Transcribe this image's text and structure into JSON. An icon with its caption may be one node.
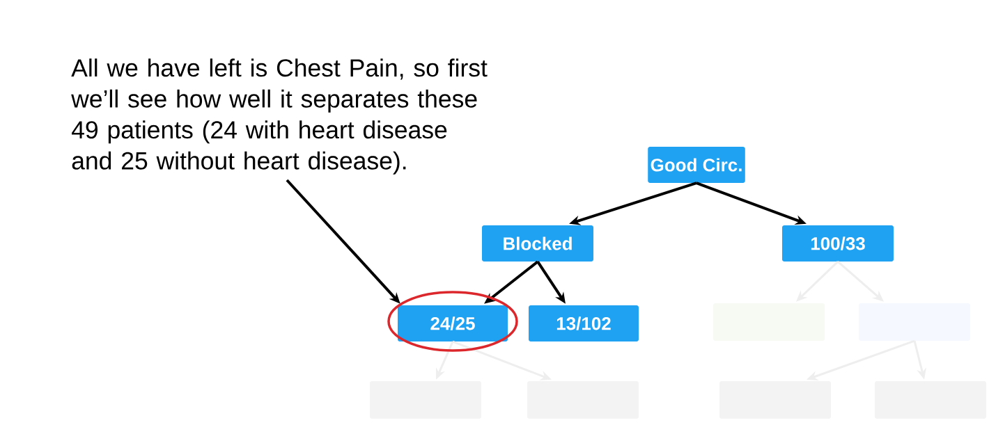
{
  "diagram": {
    "nodes": [
      {
        "text": [
          "All we have left is Chest Pain, so first we’ll see how well it separates these 49 patients (24 with heart disease and 25 without heart disease)."
        ]
      },
      {
        "text": [
          "Good Circ."
        ]
      },
      {
        "text": [
          "Blocked"
        ]
      },
      {
        "text": [
          "100/33"
        ]
      },
      {
        "text": [
          "24/25"
        ]
      },
      {
        "text": [
          "13/102"
        ]
      },
      {
        "text": [],
        "shape": "box"
      },
      {
        "text": [],
        "shape": "box"
      },
      {
        "text": [],
        "shape": "box"
      },
      {
        "text": [],
        "shape": "box"
      },
      {
        "text": [],
        "shape": "box"
      },
      {
        "text": [],
        "shape": "box"
      }
    ],
    "edges": [
      {
        "from": 0,
        "to": 4,
        "arrow": "to",
        "color": "#000000"
      },
      {
        "from": 1,
        "to": 2,
        "arrow": "to",
        "color": "#000000"
      },
      {
        "from": 1,
        "to": 3,
        "arrow": "to",
        "color": "#000000"
      },
      {
        "from": 2,
        "to": 4,
        "arrow": "to",
        "color": "#000000"
      },
      {
        "from": 2,
        "to": 5,
        "arrow": "to",
        "color": "#000000"
      },
      {
        "from": 3,
        "to": 6,
        "arrow": "to",
        "color": "#eeeeee"
      },
      {
        "from": 3,
        "to": 7,
        "arrow": "to",
        "color": "#eeeeee"
      },
      {
        "from": 4,
        "to": 8,
        "arrow": "to",
        "color": "#eeeeee"
      },
      {
        "from": 4,
        "to": 9,
        "arrow": "to",
        "color": "#eeeeee"
      },
      {
        "from": 7,
        "to": 10,
        "arrow": "to",
        "color": "#eeeeee"
      },
      {
        "from": 7,
        "to": 11,
        "arrow": "to",
        "color": "#eeeeee"
      }
    ]
  }
}
